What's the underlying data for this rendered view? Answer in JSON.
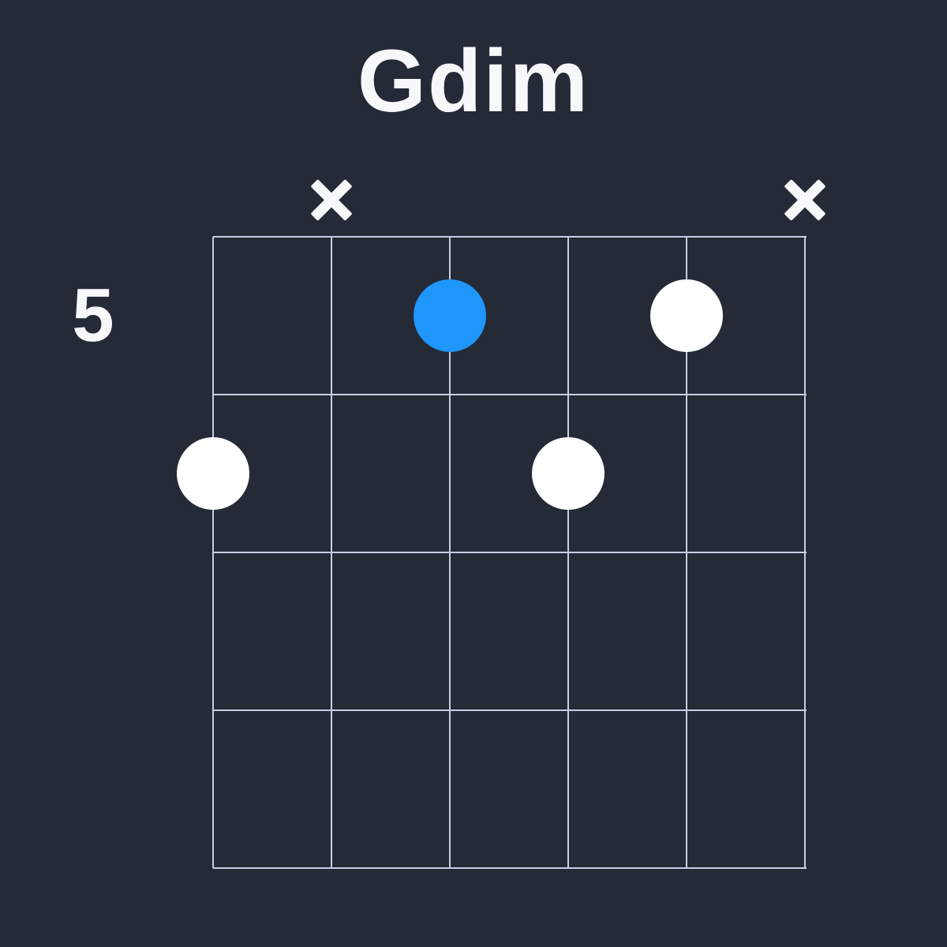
{
  "title": "Gdim",
  "base_fret_label": "5",
  "diagram": {
    "strings": 6,
    "frets": 4,
    "markers": [
      {
        "string": 2,
        "type": "muted"
      },
      {
        "string": 6,
        "type": "muted"
      }
    ],
    "dots": [
      {
        "string": 1,
        "fret": 2,
        "role": "note"
      },
      {
        "string": 3,
        "fret": 1,
        "role": "root"
      },
      {
        "string": 4,
        "fret": 2,
        "role": "note"
      },
      {
        "string": 5,
        "fret": 1,
        "role": "note"
      }
    ]
  },
  "colors": {
    "background": "#252a37",
    "grid_line": "#c6cee4",
    "note_dot": "#ffffff",
    "root_dot": "#1e96fa",
    "text": "#f7f8fa"
  }
}
